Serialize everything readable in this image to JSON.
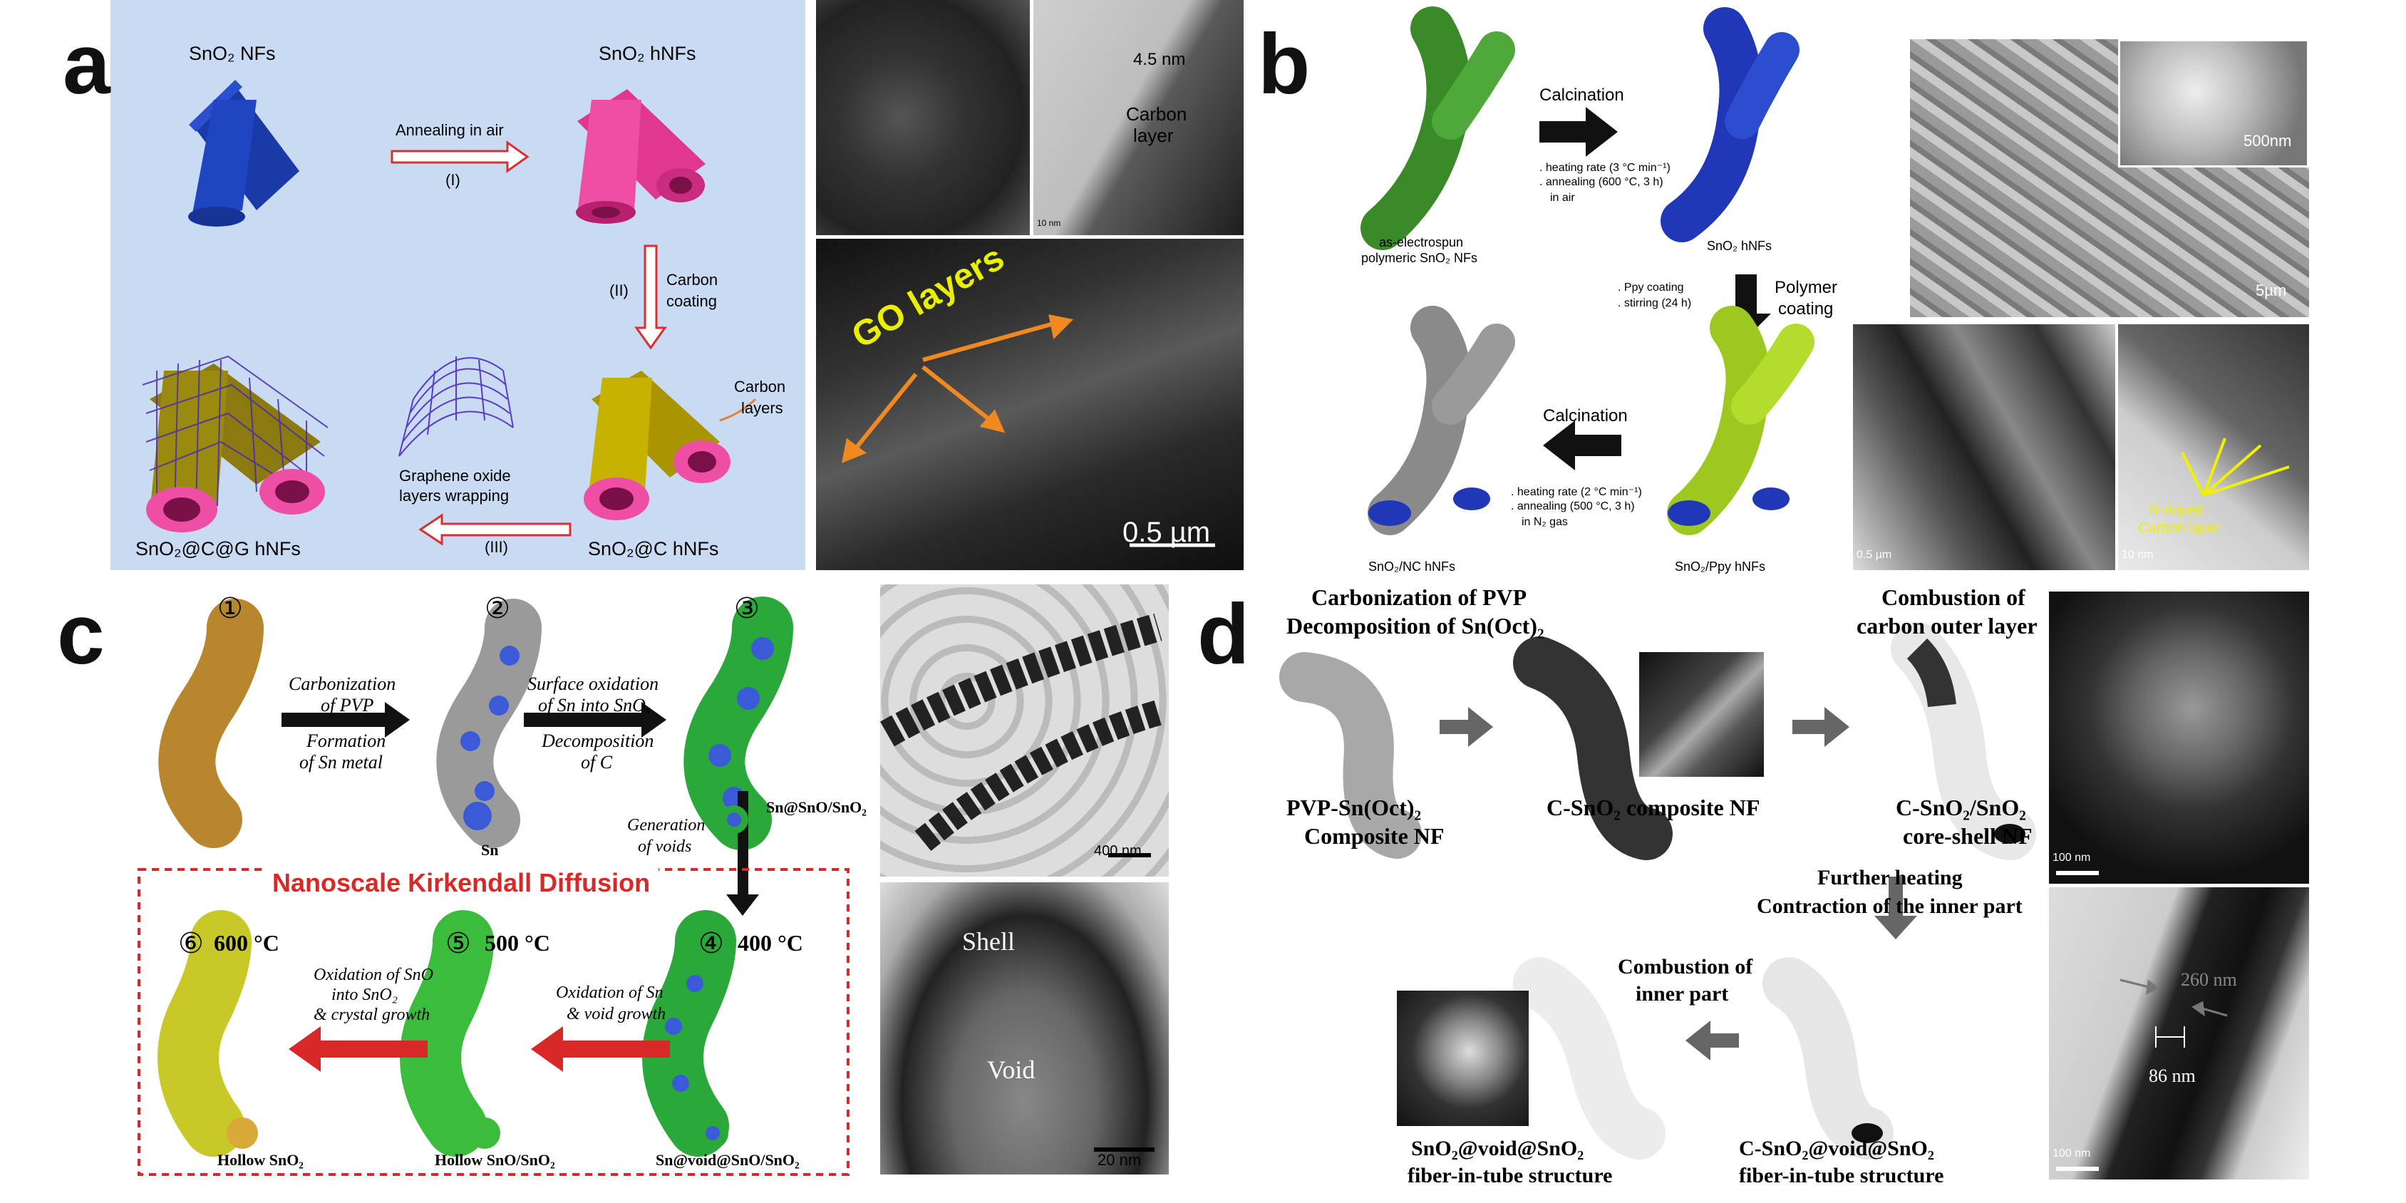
{
  "panels": {
    "a": {
      "letter": "a",
      "labels": {
        "sno2_nfs": "SnO₂ NFs",
        "sno2_hnfs": "SnO₂ hNFs",
        "annealing": "Annealing in air",
        "step1": "(I)",
        "step2": "(II)",
        "carbon_coating_1": "Carbon",
        "carbon_coating_2": "coating",
        "carbon_layers_1": "Carbon",
        "carbon_layers_2": "layers",
        "go_wrap_1": "Graphene oxide",
        "go_wrap_2": "layers wrapping",
        "step3": "(III)",
        "sno2_c_hnfs": "SnO₂@C hNFs",
        "sno2_c_g_hnfs": "SnO₂@C@G hNFs"
      },
      "tem": {
        "thickness": "4.5 nm",
        "carbon_layer_1": "Carbon",
        "carbon_layer_2": "layer",
        "scale_small": "10 nm",
        "go_layers": "GO layers",
        "scale_large": "0.5 µm"
      }
    },
    "b": {
      "letter": "b",
      "labels": {
        "calcination_top": "Calcination",
        "cond_top_1": ". heating rate (3 °C min⁻¹)",
        "cond_top_2": ". annealing (600 °C, 3 h)",
        "cond_top_3": "in air",
        "as_spun_1": "as-electrospun",
        "as_spun_2": "polymeric SnO₂ NFs",
        "sno2_hnfs": "SnO₂ hNFs",
        "ppy_1": ". Ppy coating",
        "ppy_2": ". stirring (24 h)",
        "polymer_1": "Polymer",
        "polymer_2": "coating",
        "calcination_bottom": "Calcination",
        "cond_bot_1": ". heating rate (2 °C min⁻¹)",
        "cond_bot_2": ". annealing (500 °C, 3 h)",
        "cond_bot_3": "in N₂ gas",
        "sno2_nc": "SnO₂/NC hNFs",
        "sno2_ppy": "SnO₂/Ppy hNFs"
      },
      "sem": {
        "scale_inset": "500nm",
        "scale_main": "5µm",
        "n_doped_1": "N-doped",
        "n_doped_2": "Carbon layer",
        "scale_tem_1": "0.5 µm",
        "scale_tem_2": "10 nm"
      }
    },
    "c": {
      "letter": "c",
      "labels": {
        "n1": "①",
        "n2": "②",
        "n3": "③",
        "n4": "④",
        "n5": "⑤",
        "n6": "⑥",
        "carb_1": "Carbonization",
        "carb_2": "of PVP",
        "form_1": "Formation",
        "form_2": "of Sn metal",
        "surf_1": "Surface oxidation",
        "surf_2": "of Sn into SnOₓ",
        "decomp_1": "Decomposition",
        "decomp_2": "of C",
        "sn": "Sn",
        "sn_sno": "Sn@SnO/SnO₂",
        "gen_1": "Generation",
        "gen_2": "of voids",
        "kirkendall": "Nanoscale Kirkendall Diffusion",
        "t600": "600 °C",
        "t500": "500 °C",
        "t400": "400 °C",
        "ox_sno_1": "Oxidation of SnO",
        "ox_sno_2": "into SnO₂",
        "ox_sno_3": "& crystal growth",
        "ox_sn_1": "Oxidation of Sn",
        "ox_sn_2": "& void growth",
        "hollow_sno2": "Hollow SnO₂",
        "hollow_sno_sno2": "Hollow SnO/SnO₂",
        "sn_void": "Sn@void@SnO/SnO₂"
      },
      "tem": {
        "scale_top": "400 nm",
        "shell": "Shell",
        "void": "Void",
        "scale_bottom": "20 nm"
      }
    },
    "d": {
      "letter": "d",
      "labels": {
        "carb_pvp": "Carbonization of PVP",
        "decomp_sn": "Decomposition of Sn(Oct)₂",
        "comb_1": "Combustion of",
        "comb_2": "carbon outer layer",
        "pvp_1": "PVP-Sn(Oct)₂",
        "pvp_2": "Composite NF",
        "c_sno2": "C-SnO₂ composite NF",
        "cs_1": "C-SnO₂/SnO₂",
        "cs_2": "core-shell NF",
        "heat_1": "Further heating",
        "heat_2": "Contraction of the inner part",
        "comb_inner_1": "Combustion of",
        "comb_inner_2": "inner part",
        "fit_1": "SnO₂@void@SnO₂",
        "fit_2": "fiber-in-tube structure",
        "cfit_1": "C-SnO₂@void@SnO₂",
        "cfit_2": "fiber-in-tube structure"
      },
      "sem": {
        "scale_top": "100 nm",
        "d260": "260 nm",
        "d86": "86 nm",
        "scale_bottom": "100 nm"
      }
    }
  }
}
